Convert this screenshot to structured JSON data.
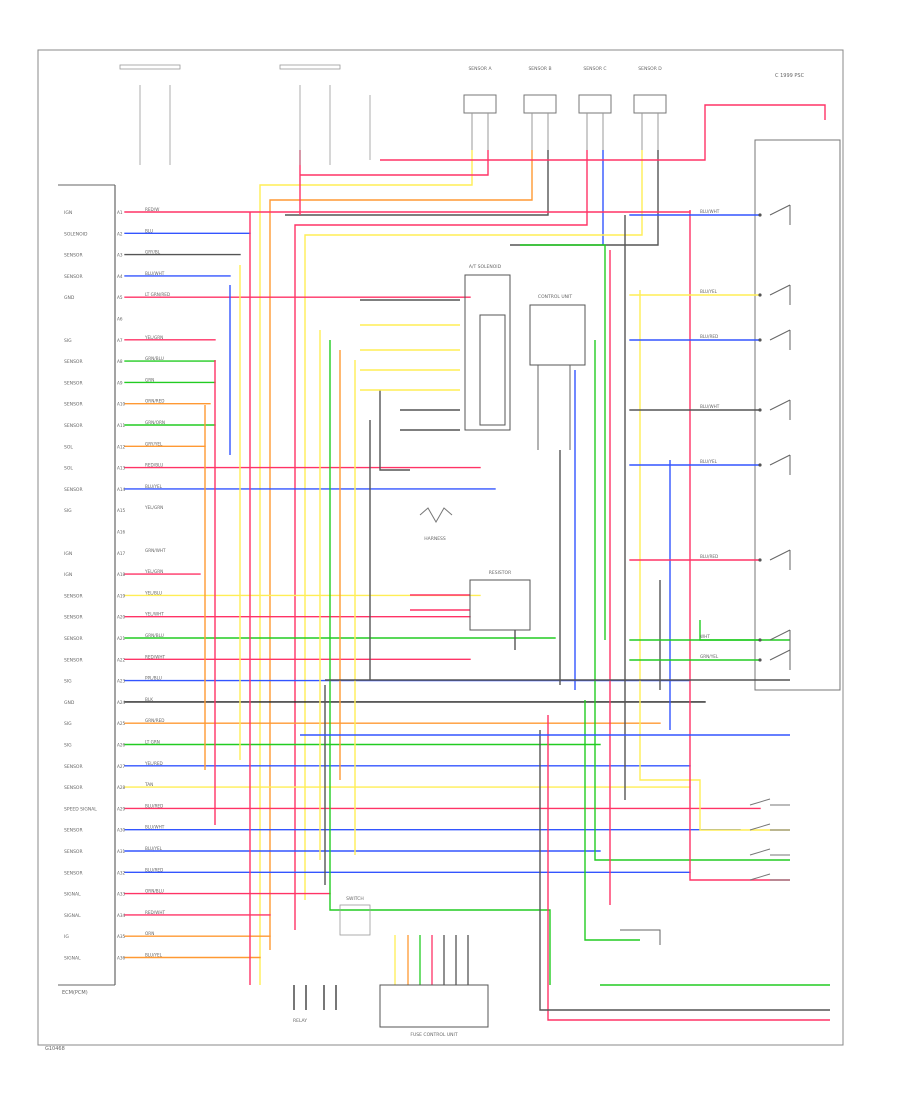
{
  "diagram": {
    "footer_left": "G10468",
    "top_right_label": "C 1999 PSC",
    "ecm_label": "ECM(PCM)",
    "wire_colors": {
      "RED": "#ff3366",
      "BLUE": "#3355ff",
      "GREEN": "#22cc22",
      "YELLOW": "#ffee55",
      "ORANGE": "#ff9933",
      "GRAY": "#555555",
      "BLACK": "#222222"
    },
    "top_components": [
      {
        "name": "SENSOR A"
      },
      {
        "name": "SENSOR B"
      },
      {
        "name": "SENSOR C"
      },
      {
        "name": "SENSOR D"
      }
    ],
    "ecm_pins": [
      {
        "label": "IGN",
        "pin": "A1",
        "wire": "RED/W",
        "color": "RED"
      },
      {
        "label": "SOLENOID",
        "pin": "A2",
        "wire": "BLU",
        "color": "BLUE"
      },
      {
        "label": "SENSOR",
        "pin": "A3",
        "wire": "GRY/BL",
        "color": "GRAY"
      },
      {
        "label": "SENSOR",
        "pin": "A4",
        "wire": "BLU/WHT",
        "color": "BLUE"
      },
      {
        "label": "GND",
        "pin": "A5",
        "wire": "LT GRN/RED",
        "color": "RED"
      },
      {
        "label": "",
        "pin": "A6",
        "wire": "",
        "color": ""
      },
      {
        "label": "SIG",
        "pin": "A7",
        "wire": "YEL/GRN",
        "color": "RED"
      },
      {
        "label": "SENSOR",
        "pin": "A8",
        "wire": "GRN/BLU",
        "color": "GREEN"
      },
      {
        "label": "SENSOR",
        "pin": "A9",
        "wire": "GRN",
        "color": "GREEN"
      },
      {
        "label": "SENSOR",
        "pin": "A10",
        "wire": "ORN/RED",
        "color": "ORANGE"
      },
      {
        "label": "SENSOR",
        "pin": "A11",
        "wire": "GRN/ORN",
        "color": "GREEN"
      },
      {
        "label": "SOL",
        "pin": "A12",
        "wire": "GRY/YEL",
        "color": "ORANGE"
      },
      {
        "label": "SOL",
        "pin": "A13",
        "wire": "RED/BLU",
        "color": "RED"
      },
      {
        "label": "SENSOR",
        "pin": "A14",
        "wire": "BLU/YEL",
        "color": "BLUE"
      },
      {
        "label": "SIG",
        "pin": "A15",
        "wire": "YEL/GRN",
        "color": ""
      },
      {
        "label": "",
        "pin": "A16",
        "wire": "",
        "color": ""
      },
      {
        "label": "IGN",
        "pin": "A17",
        "wire": "GRN/WHT",
        "color": ""
      },
      {
        "label": "IGN",
        "pin": "A18",
        "wire": "YEL/GRN",
        "color": "RED"
      },
      {
        "label": "SENSOR",
        "pin": "A19",
        "wire": "YEL/BLU",
        "color": "YELLOW"
      },
      {
        "label": "SENSOR",
        "pin": "A20",
        "wire": "YEL/WHT",
        "color": "RED"
      },
      {
        "label": "SENSOR",
        "pin": "A21",
        "wire": "GRN/BLU",
        "color": "GREEN"
      },
      {
        "label": "SENSOR",
        "pin": "A22",
        "wire": "RED/WHT",
        "color": "RED"
      },
      {
        "label": "SIG",
        "pin": "A23",
        "wire": "PPL/BLU",
        "color": "BLUE"
      },
      {
        "label": "GND",
        "pin": "A24",
        "wire": "BLK",
        "color": "BLACK"
      },
      {
        "label": "SIG",
        "pin": "A25",
        "wire": "GRN/RED",
        "color": "ORANGE"
      },
      {
        "label": "SIG",
        "pin": "A26",
        "wire": "LT GRN",
        "color": "GREEN"
      },
      {
        "label": "SENSOR",
        "pin": "A27",
        "wire": "YEL/RED",
        "color": "BLUE"
      },
      {
        "label": "SENSOR",
        "pin": "A28",
        "wire": "TAN",
        "color": "YELLOW"
      },
      {
        "label": "SPEED SIGNAL",
        "pin": "A29",
        "wire": "BLU/RED",
        "color": "RED"
      },
      {
        "label": "SENSOR",
        "pin": "A30",
        "wire": "BLU/WHT",
        "color": "BLUE"
      },
      {
        "label": "SENSOR",
        "pin": "A31",
        "wire": "BLU/YEL",
        "color": "BLUE"
      },
      {
        "label": "SENSOR",
        "pin": "A32",
        "wire": "BLU/RED",
        "color": "BLUE"
      },
      {
        "label": "SIGNAL",
        "pin": "A33",
        "wire": "ORN/BLU",
        "color": "RED"
      },
      {
        "label": "SIGNAL",
        "pin": "A34",
        "wire": "RED/WHT",
        "color": "RED"
      },
      {
        "label": "IG",
        "pin": "A35",
        "wire": "ORN",
        "color": "ORANGE"
      },
      {
        "label": "SIGNAL",
        "pin": "A36",
        "wire": "BLU/YEL",
        "color": "ORANGE"
      }
    ],
    "right_components": [
      {
        "label": "BLU/WHT",
        "color": "BLUE"
      },
      {
        "label": "BLU/YEL",
        "color": "YELLOW"
      },
      {
        "label": "BLU/RED",
        "color": "BLUE"
      },
      {
        "label": "BLU/WHT",
        "color": "GRAY"
      },
      {
        "label": "BLU/YEL",
        "color": "BLUE"
      },
      {
        "label": "BLU/RED",
        "color": "RED"
      },
      {
        "label": "WHT",
        "color": "GREEN"
      },
      {
        "label": "GRN/YEL",
        "color": "GREEN"
      }
    ],
    "box_labels": {
      "module_center": "CONTROL UNIT",
      "module_left": "A/T SOLENOID",
      "resistor": "RESISTOR",
      "harness": "HARNESS",
      "bottom_unit": "FUSE CONTROL UNIT",
      "bottom_switch": "SWITCH",
      "bottom_left": "RELAY"
    }
  }
}
